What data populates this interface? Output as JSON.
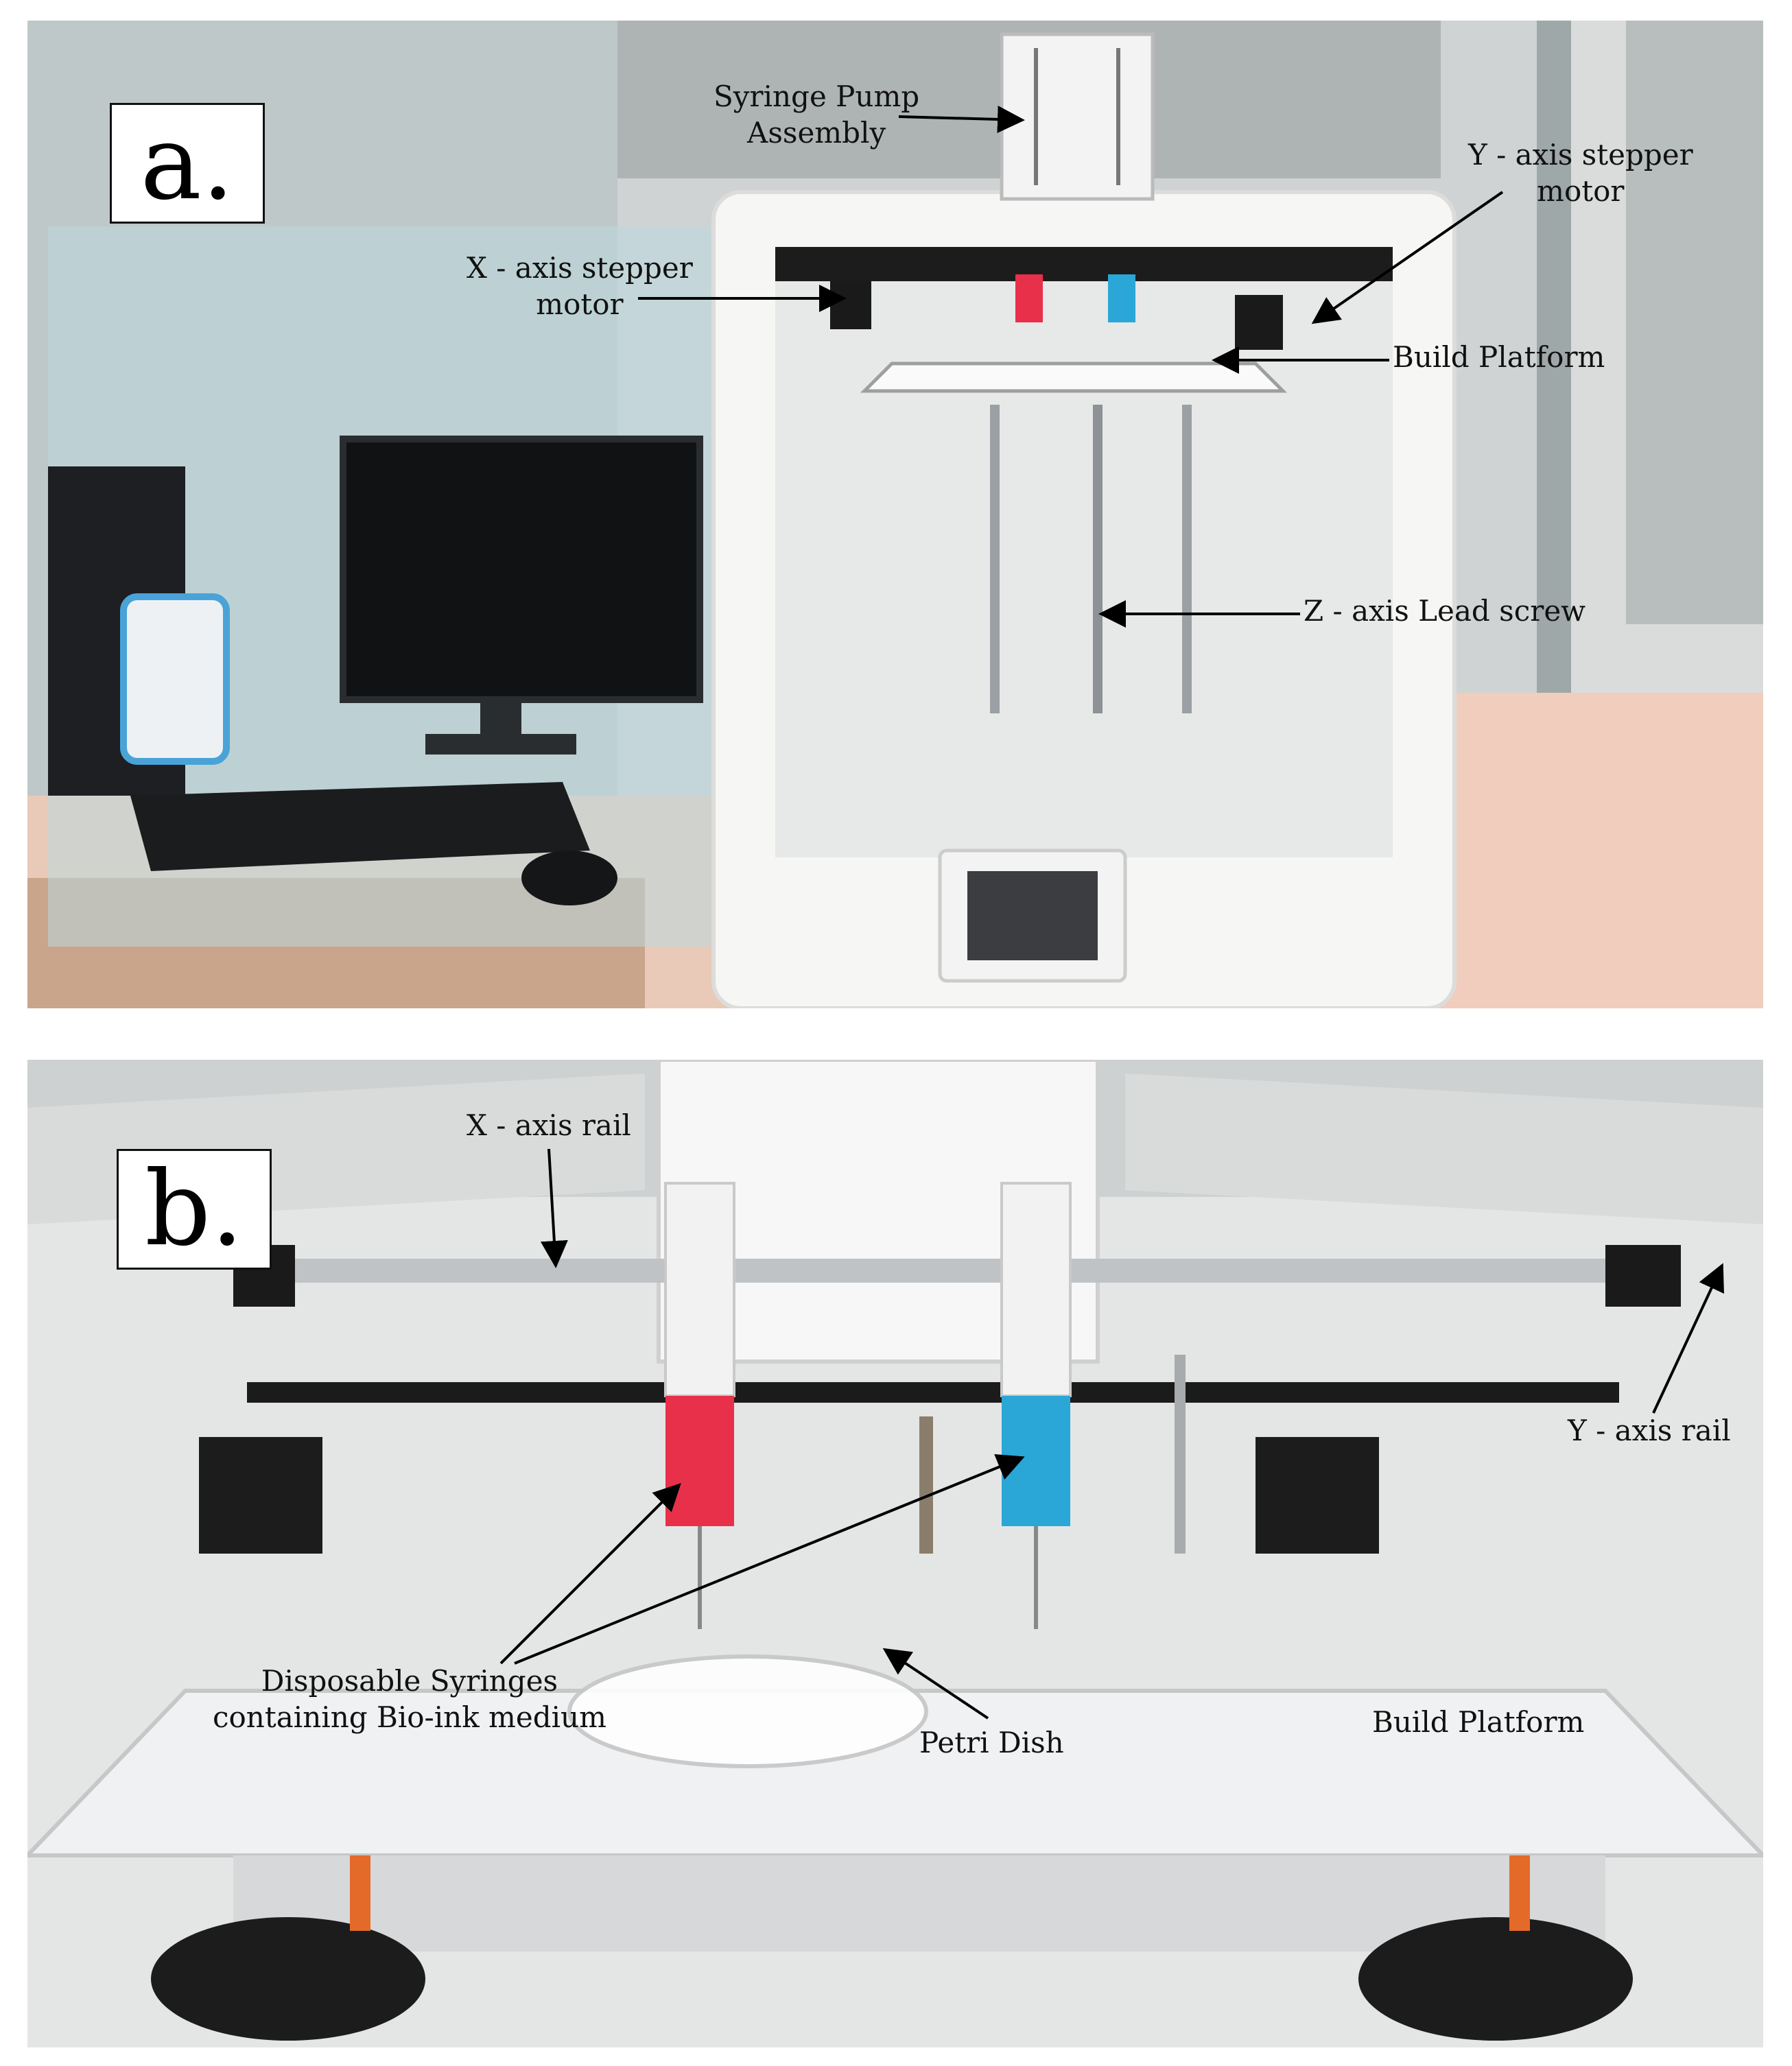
{
  "panel_a": {
    "letter": "a.",
    "labels": {
      "syringe_pump_assembly": "Syringe Pump\nAssembly",
      "x_axis_stepper_motor": "X - axis stepper\nmotor",
      "y_axis_stepper_motor": "Y - axis stepper\nmotor",
      "build_platform": "Build  Platform",
      "z_axis_lead_screw": "Z - axis Lead screw"
    }
  },
  "panel_b": {
    "letter": "b.",
    "labels": {
      "x_axis_rail": "X - axis rail",
      "y_axis_rail": "Y - axis rail",
      "disposable_syringes": "Disposable Syringes\ncontaining Bio-ink medium",
      "petri_dish": "Petri Dish",
      "build_platform": "Build  Platform"
    }
  },
  "colors": {
    "red_bioink": "#e8304a",
    "blue_bioink": "#2aa7d6",
    "printer_white": "#f4f4f2",
    "frame_black": "#1a1a1a"
  }
}
